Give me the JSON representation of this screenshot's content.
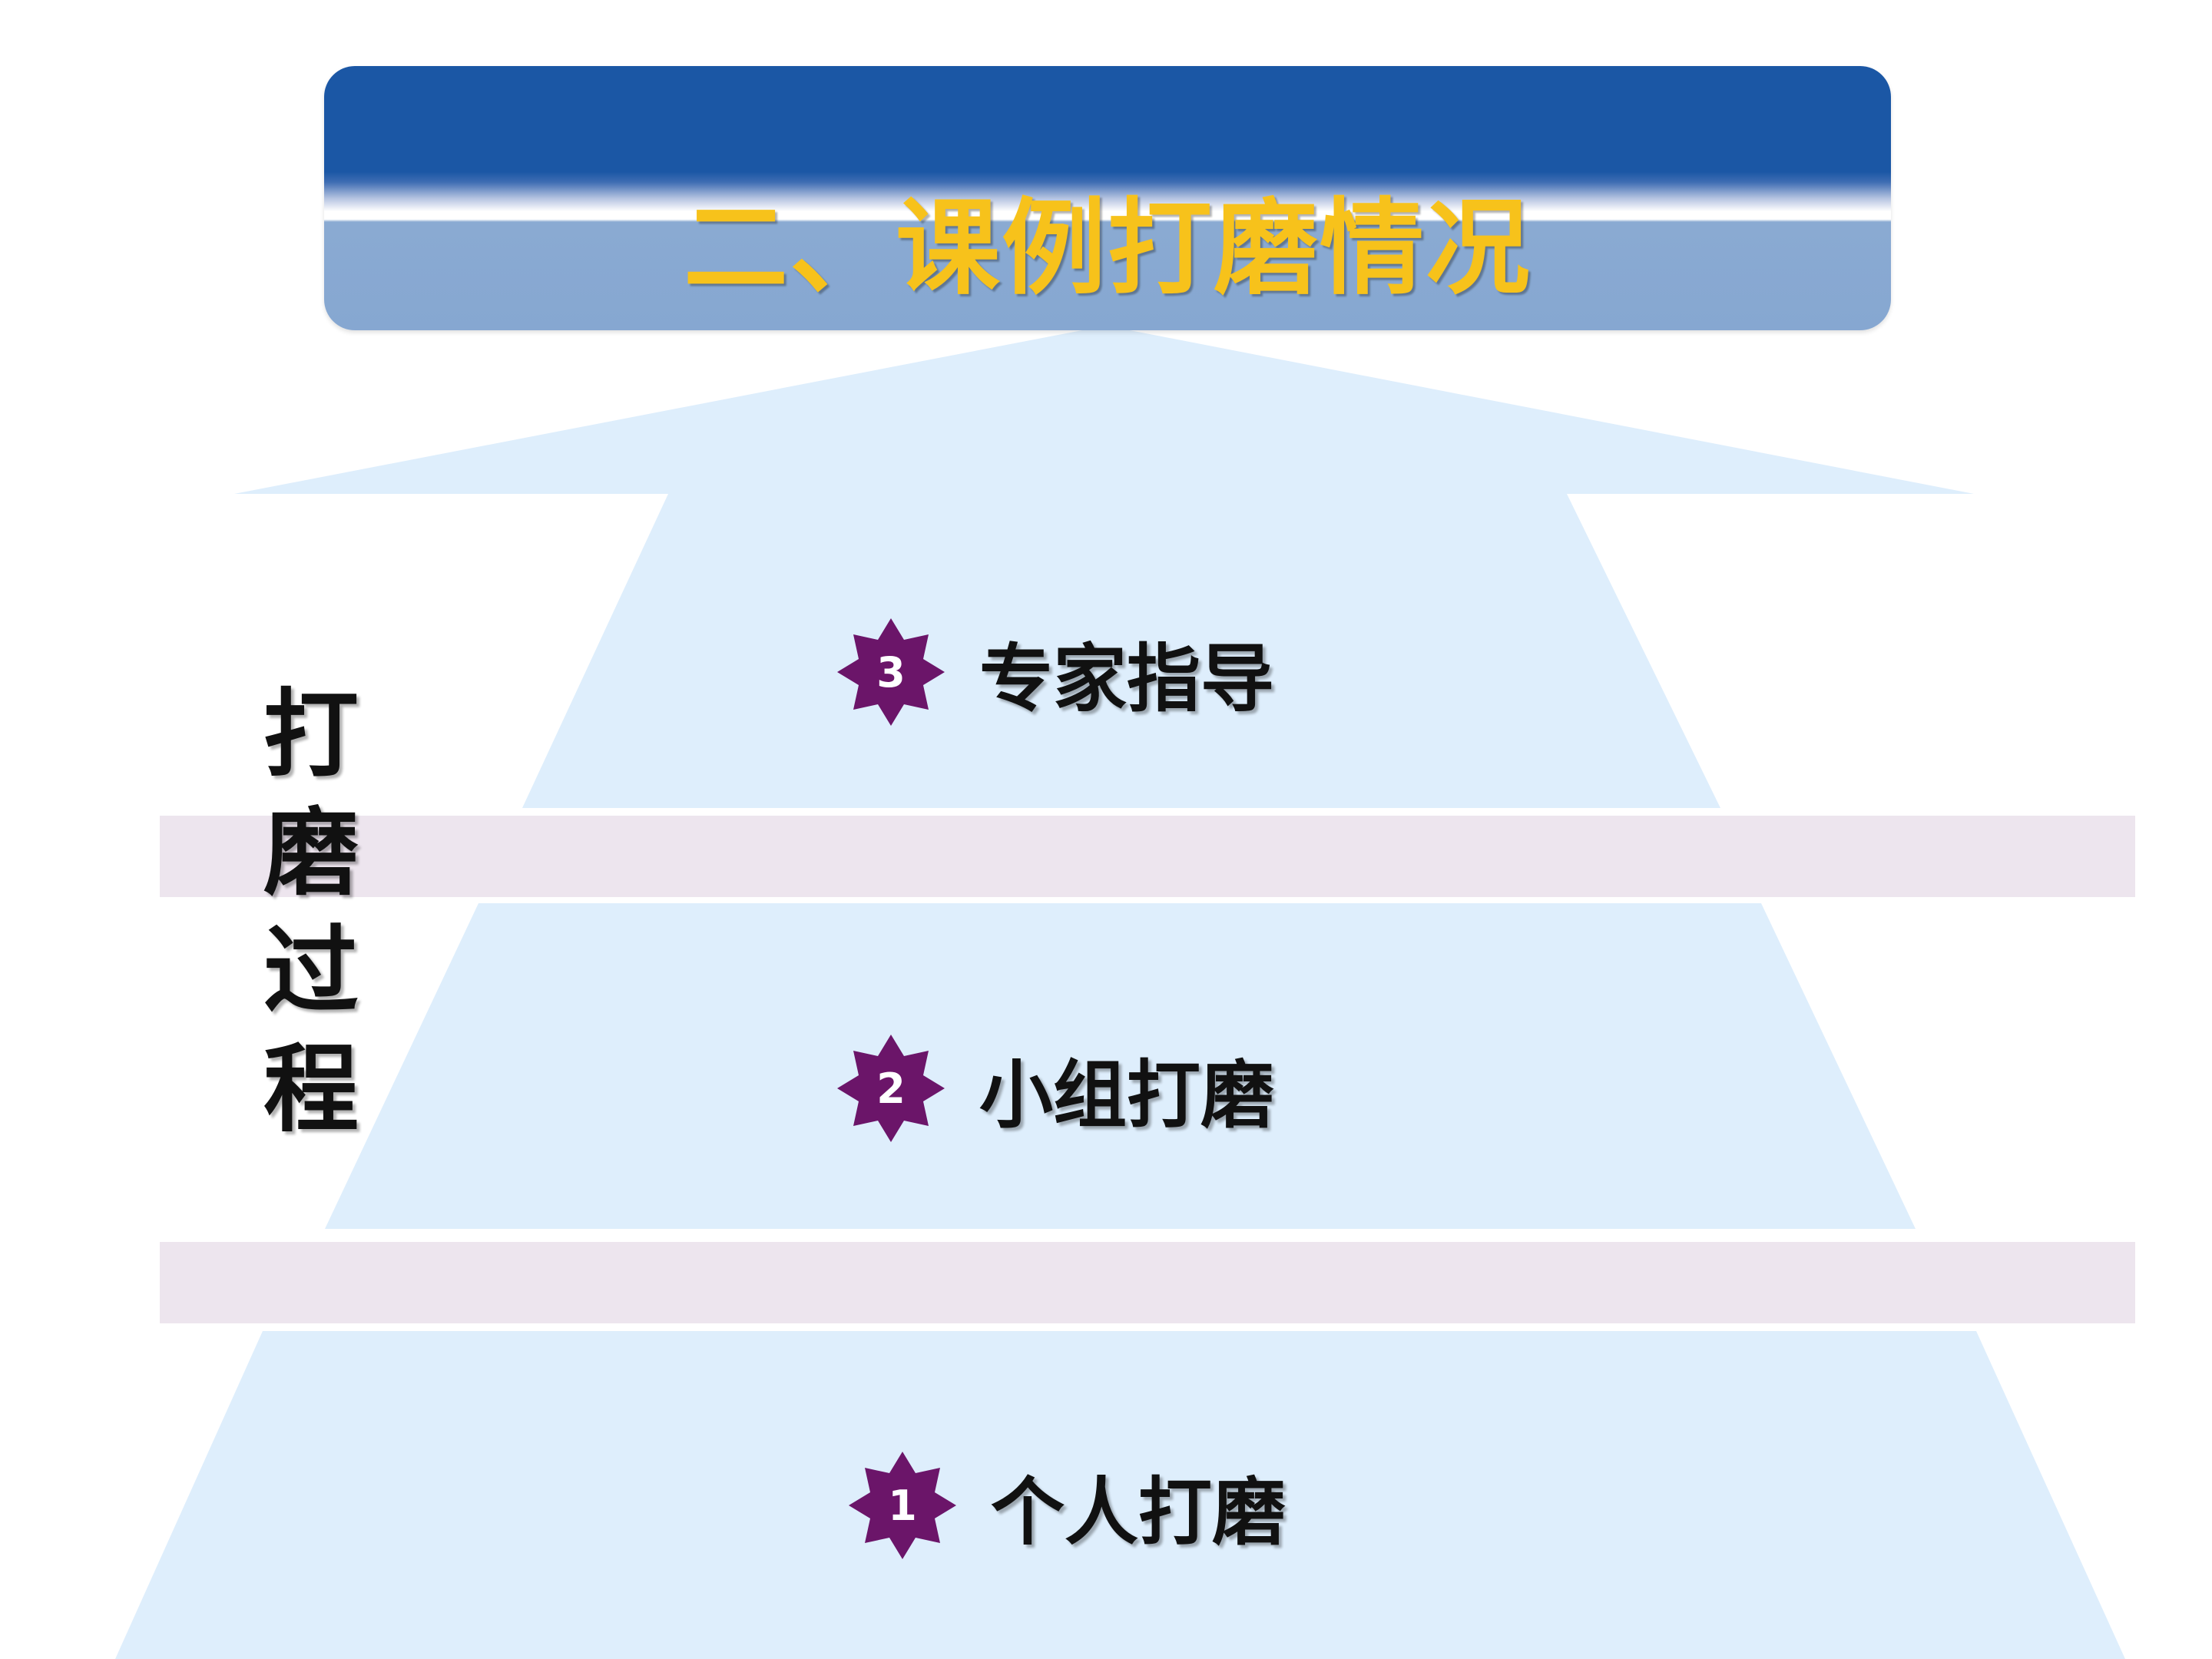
{
  "title": "二、课例打磨情况",
  "side_label": [
    "打",
    "磨",
    "过",
    "程"
  ],
  "steps": [
    {
      "number": "3",
      "label": "专家指导"
    },
    {
      "number": "2",
      "label": "小组打磨"
    },
    {
      "number": "1",
      "label": "个人打磨"
    }
  ],
  "colors": {
    "banner_blue": "#1b57a5",
    "title_gold": "#f7c21b",
    "tier_fill": "#deeefc",
    "band_fill": "#ede5ee",
    "badge_purple": "#6b1569"
  }
}
